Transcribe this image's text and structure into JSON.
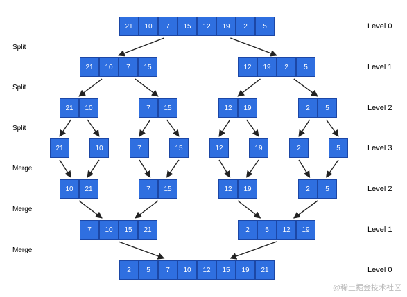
{
  "rows": [
    {
      "level_label": "Level 0",
      "groups": [
        [
          21,
          10,
          7,
          15,
          12,
          19,
          2,
          5
        ]
      ]
    },
    {
      "level_label": "Level 1",
      "groups": [
        [
          21,
          10,
          7,
          15
        ],
        [
          12,
          19,
          2,
          5
        ]
      ]
    },
    {
      "level_label": "Level 2",
      "groups": [
        [
          21,
          10
        ],
        [
          7,
          15
        ],
        [
          12,
          19
        ],
        [
          2,
          5
        ]
      ]
    },
    {
      "level_label": "Level 3",
      "groups": [
        [
          21
        ],
        [
          10
        ],
        [
          7
        ],
        [
          15
        ],
        [
          12
        ],
        [
          19
        ],
        [
          2
        ],
        [
          5
        ]
      ]
    },
    {
      "level_label": "Level 2",
      "groups": [
        [
          10,
          21
        ],
        [
          7,
          15
        ],
        [
          12,
          19
        ],
        [
          2,
          5
        ]
      ]
    },
    {
      "level_label": "Level 1",
      "groups": [
        [
          7,
          10,
          15,
          21
        ],
        [
          2,
          5,
          12,
          19
        ]
      ]
    },
    {
      "level_label": "Level 0",
      "groups": [
        [
          2,
          5,
          7,
          10,
          12,
          15,
          19,
          21
        ]
      ]
    }
  ],
  "phase_labels": [
    "Split",
    "Split",
    "Split",
    "Merge",
    "Merge",
    "Merge"
  ],
  "watermark": "@稀土掘金技术社区",
  "colors": {
    "cell_fill": "#2f6fe0",
    "cell_border": "#1c47a6",
    "cell_text": "#ffffff",
    "arrow": "#222222"
  }
}
